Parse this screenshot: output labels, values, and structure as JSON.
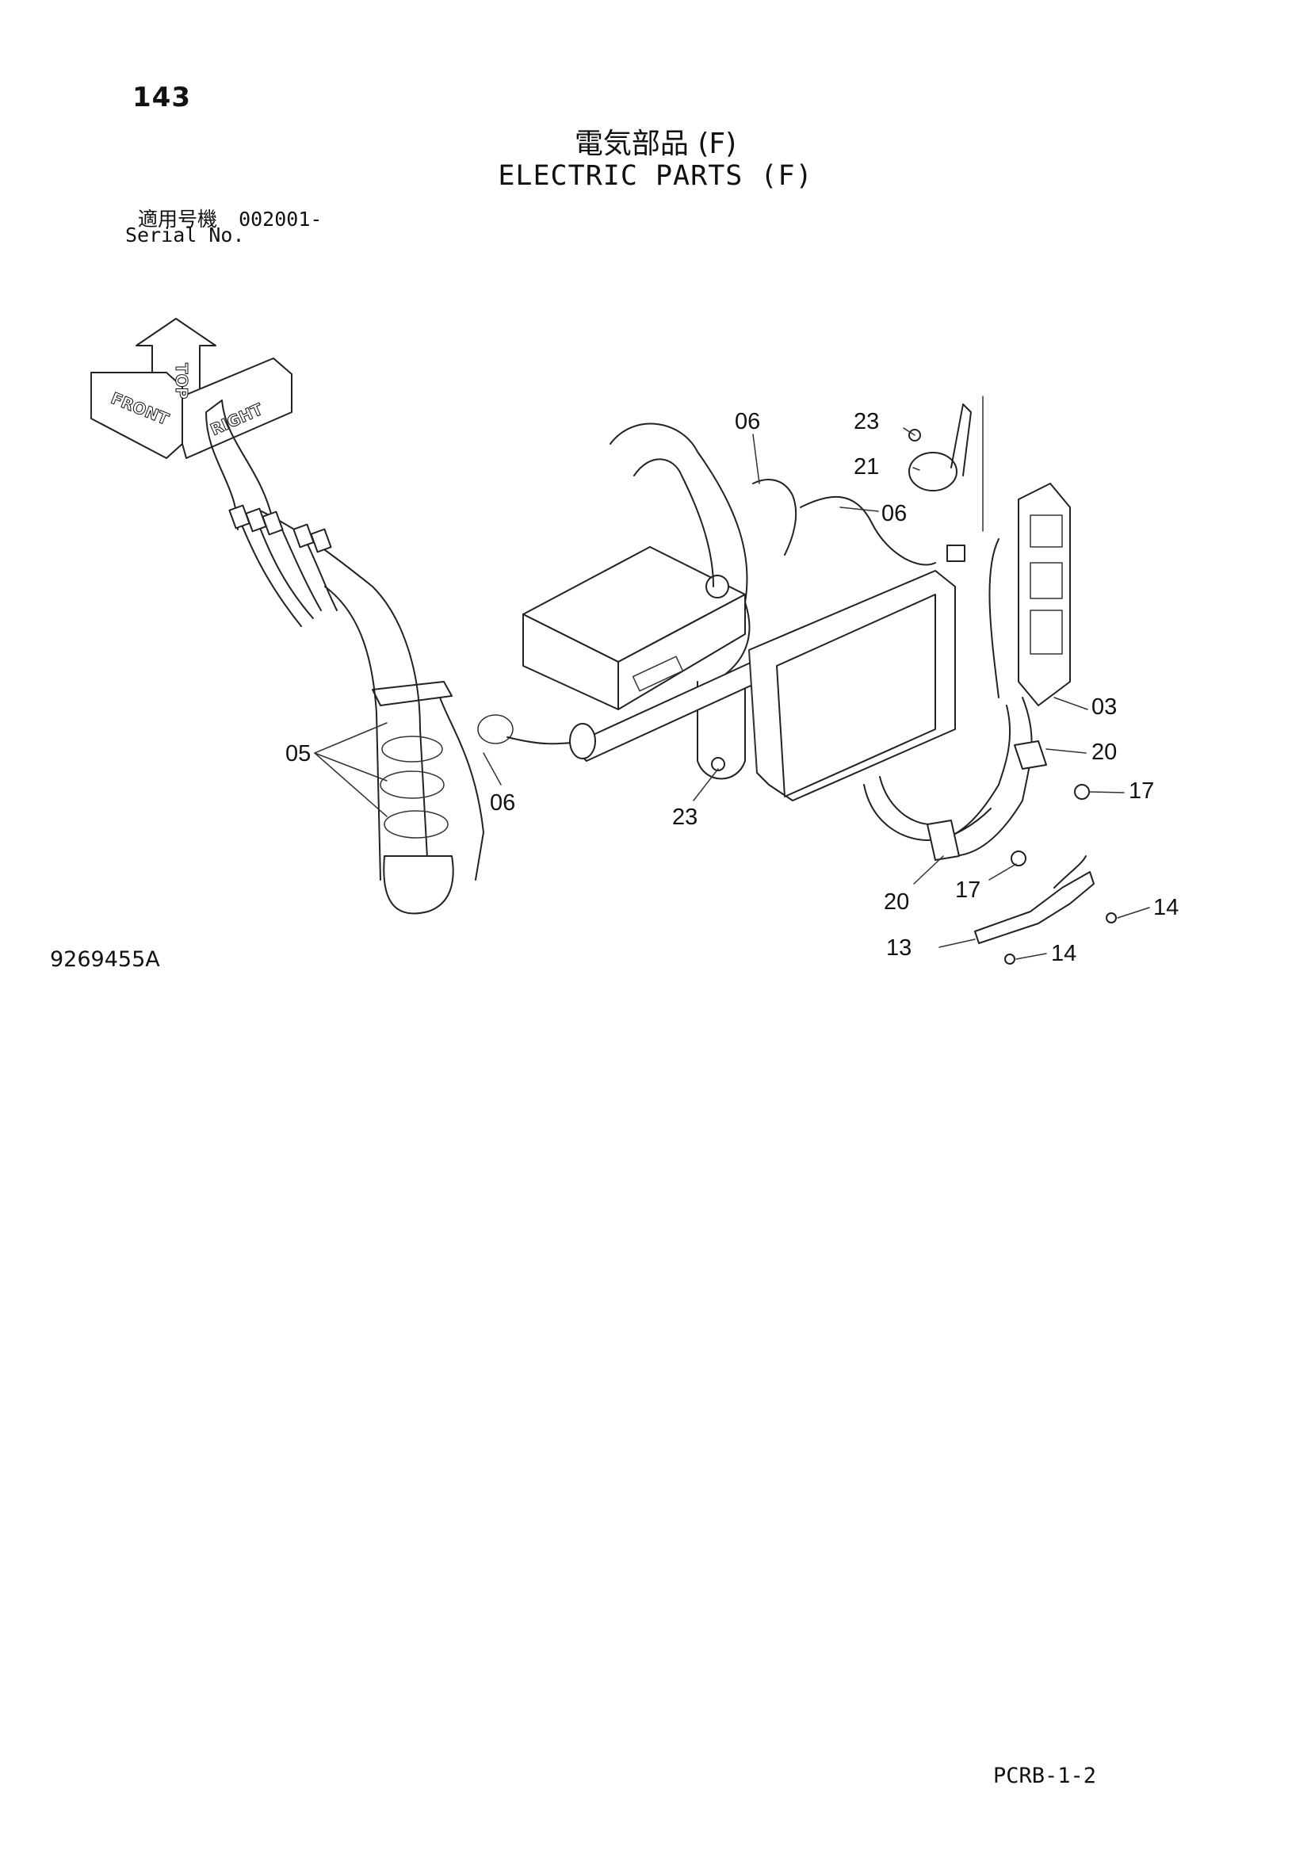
{
  "header": {
    "page_number": "143",
    "title_jp": "電気部品 (F)",
    "title_en": "ELECTRIC PARTS (F)",
    "serial_label_jp": "適用号機",
    "serial_value": "002001-",
    "serial_label_en": "Serial No."
  },
  "orientation_indicator": {
    "front_label": "FRONT",
    "top_label": "TOP",
    "right_label": "RIGHT"
  },
  "callouts": {
    "c06a": "06",
    "c23a": "23",
    "c21": "21",
    "c06b": "06",
    "c03": "03",
    "c20a": "20",
    "c17a": "17",
    "c05": "05",
    "c06c": "06",
    "c23b": "23",
    "c20b": "20",
    "c17b": "17",
    "c14a": "14",
    "c13": "13",
    "c14b": "14"
  },
  "footer": {
    "drawing_id": "9269455A",
    "page_code": "PCRB-1-2"
  },
  "colors": {
    "line": "#222222",
    "background": "#ffffff"
  }
}
